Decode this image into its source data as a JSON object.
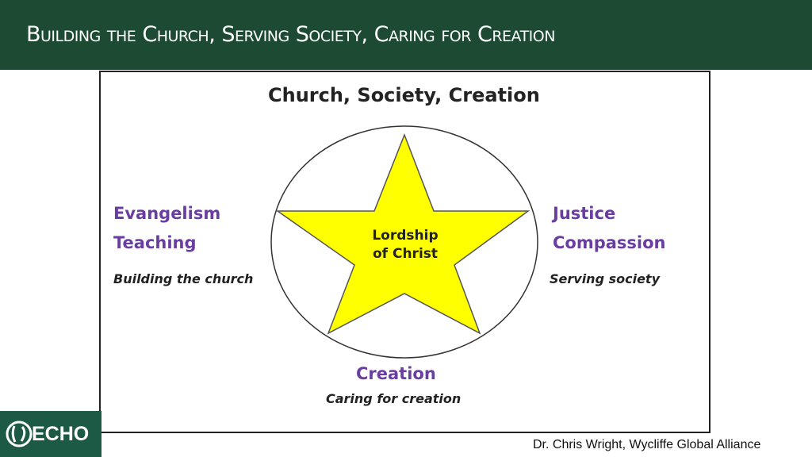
{
  "header": {
    "title": "Building the Church, Serving Society, Caring for Creation"
  },
  "diagram": {
    "heading": "Church, Society, Creation",
    "center": [
      "Lordship",
      "of Christ"
    ],
    "left": {
      "line1": "Evangelism",
      "line2": "Teaching",
      "caption": "Building the church"
    },
    "right": {
      "line1": "Justice",
      "line2": "Compassion",
      "caption": "Serving society"
    },
    "bottom": {
      "line1": "Creation",
      "caption": "Caring for creation"
    },
    "colors": {
      "star": "#ffff00",
      "accent": "#6a3ea1",
      "header": "#1c4a33"
    }
  },
  "logo": {
    "text": "ECHO"
  },
  "credit": "Dr. Chris Wright, Wycliffe Global Alliance"
}
